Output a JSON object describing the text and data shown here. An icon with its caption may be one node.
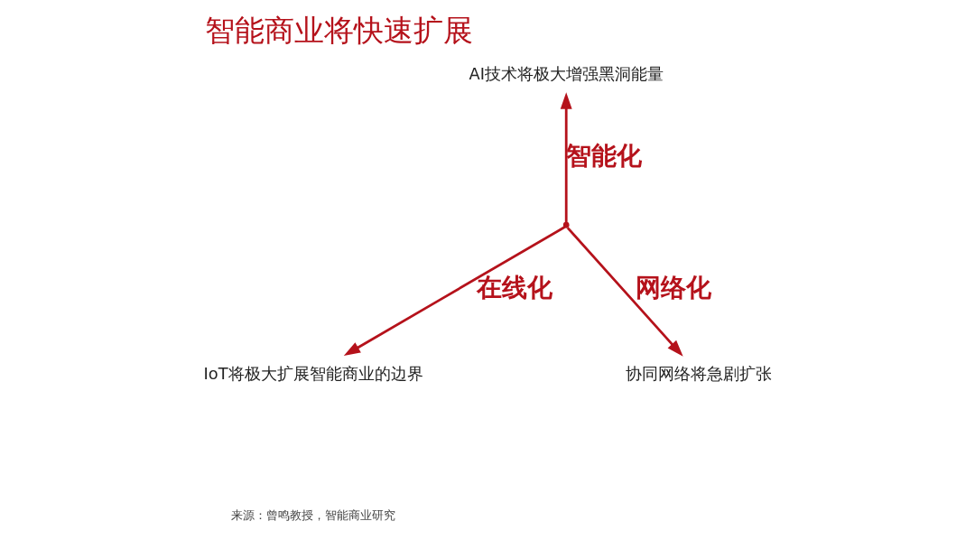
{
  "diagram": {
    "title": "智能商业将快速扩展",
    "nodes": [
      {
        "text": [
          "AI技术将极大增强黑洞能量"
        ]
      },
      {
        "text": [],
        "shape": "point"
      },
      {
        "text": [
          "IoT将极大扩展智能商业的边界"
        ]
      },
      {
        "text": [
          "协同网络将急剧扩张"
        ]
      }
    ],
    "edges": [
      {
        "from": 1,
        "to": 0,
        "arrow": "to",
        "label": "智能化"
      },
      {
        "from": 1,
        "to": 2,
        "arrow": "to",
        "label": "在线化"
      },
      {
        "from": 1,
        "to": 3,
        "arrow": "to",
        "label": "网络化"
      }
    ],
    "labels": [
      "来源：曾鸣教授，智能商业研究"
    ]
  }
}
